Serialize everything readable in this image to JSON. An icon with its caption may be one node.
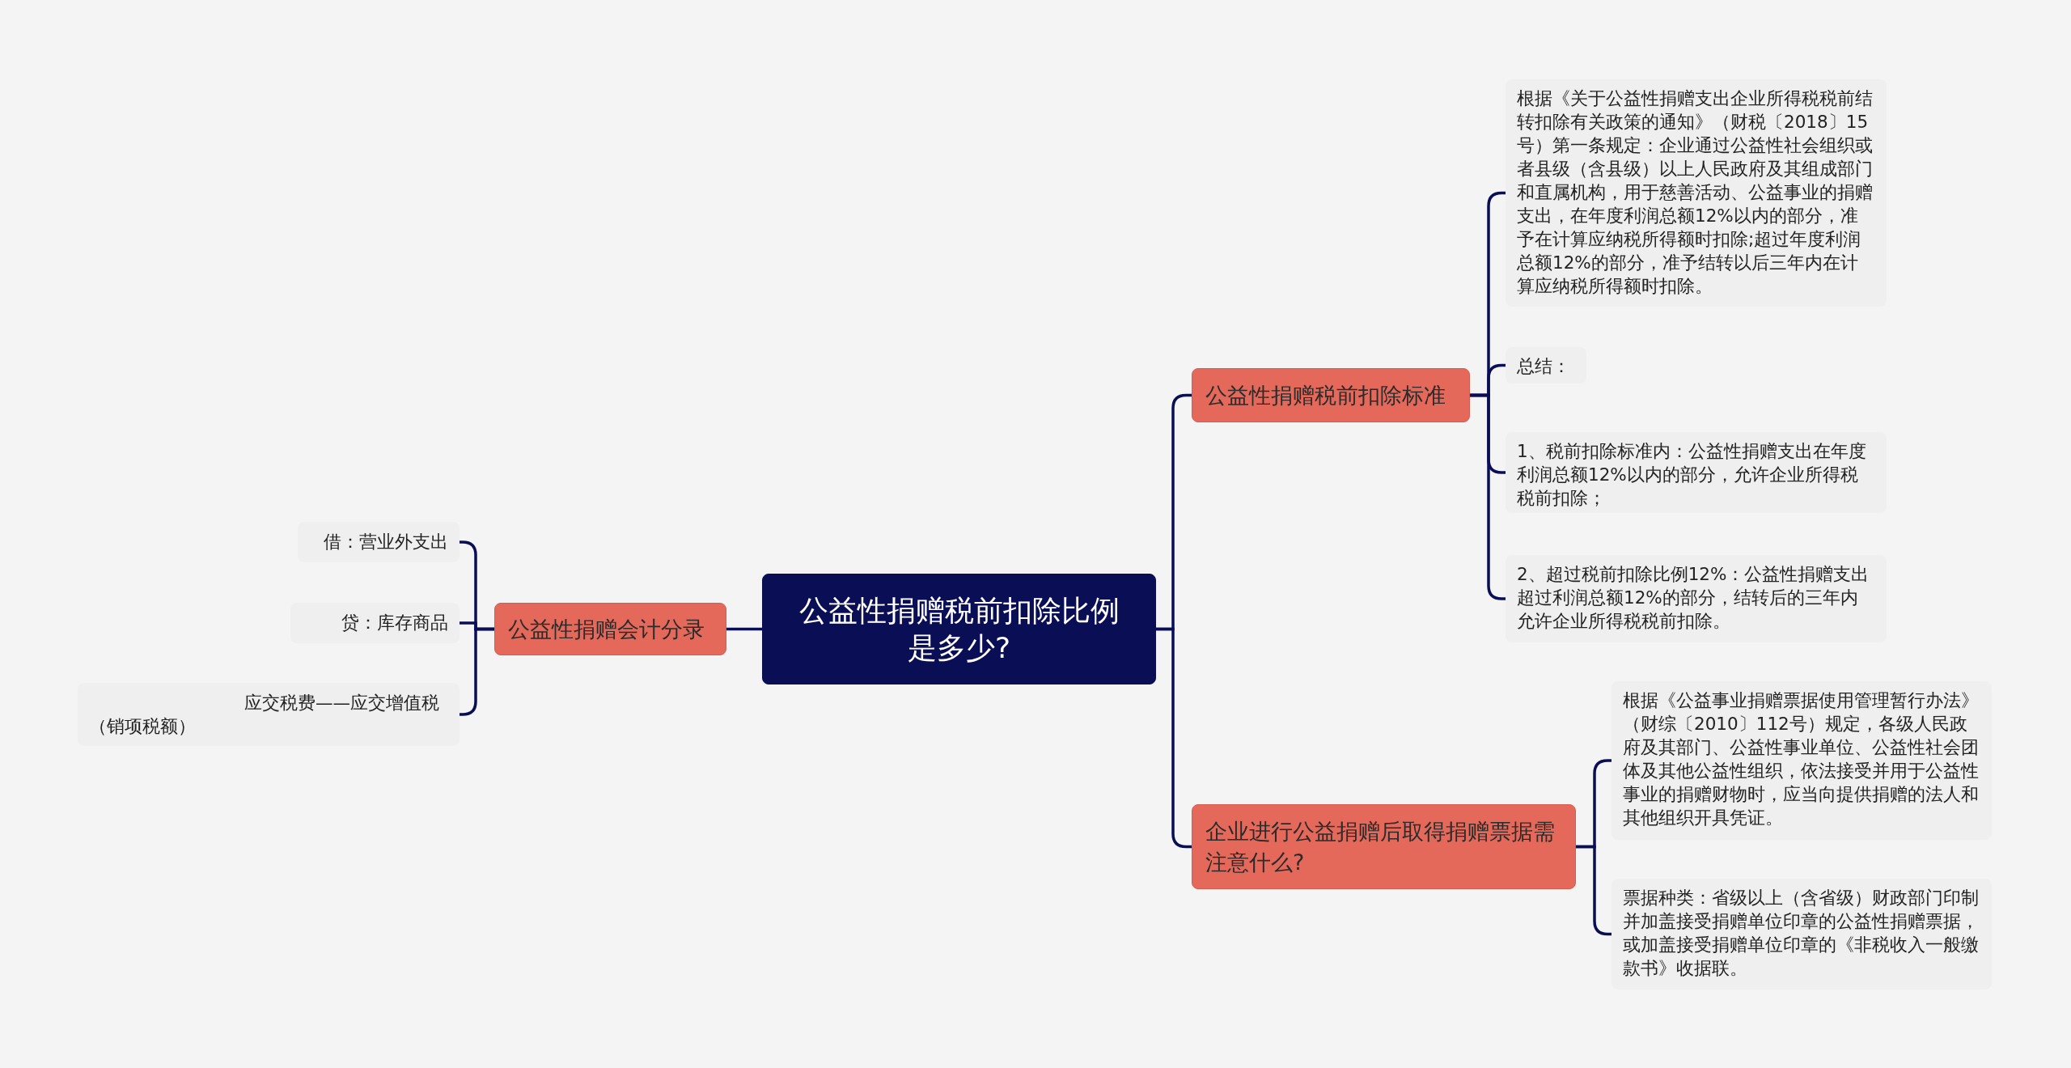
{
  "diagram": {
    "nodes": [
      {
        "text": [
          "公益性捐赠税前扣除比例是多少?"
        ]
      },
      {
        "text": [
          "公益性捐赠税前扣除标准"
        ]
      },
      {
        "text": [
          "根据《关于公益性捐赠支出企业所得税税前结转扣除有关政策的通知》（财税〔2018〕15号）第一条规定：企业通过公益性社会组织或者县级（含县级）以上人民政府及其组成部门和直属机构，用于慈善活动、公益事业的捐赠支出，在年度利润总额12%以内的部分，准予在计算应纳税所得额时扣除;超过年度利润总额12%的部分，准予结转以后三年内在计算应纳税所得额时扣除。"
        ]
      },
      {
        "text": [
          "总结："
        ]
      },
      {
        "text": [
          "1、税前扣除标准内：公益性捐赠支出在年度利润总额12%以内的部分，允许企业所得税税前扣除；"
        ]
      },
      {
        "text": [
          "2、超过税前扣除比例12%：公益性捐赠支出超过利润总额12%的部分，结转后的三年内允许企业所得税税前扣除。"
        ]
      },
      {
        "text": [
          "企业进行公益捐赠后取得捐赠票据需注意什么?"
        ]
      },
      {
        "text": [
          "根据《公益事业捐赠票据使用管理暂行办法》（财综〔2010〕112号）规定，各级人民政府及其部门、公益性事业单位、公益性社会团体及其他公益性组织，依法接受并用于公益性事业的捐赠财物时，应当向提供捐赠的法人和其他组织开具凭证。"
        ]
      },
      {
        "text": [
          "票据种类：省级以上（含省级）财政部门印制并加盖接受捐赠单位印章的公益性捐赠票据，或加盖接受捐赠单位印章的《非税收入一般缴款书》收据联。"
        ]
      },
      {
        "text": [
          "公益性捐赠会计分录"
        ]
      },
      {
        "text": [
          "借：营业外支出"
        ]
      },
      {
        "text": [
          "贷：库存商品"
        ]
      },
      {
        "text": [
          "应交税费——应交增值税（销项税额）"
        ]
      }
    ],
    "edges": [
      {
        "from": 0,
        "to": 1,
        "arrow": "none"
      },
      {
        "from": 0,
        "to": 6,
        "arrow": "none"
      },
      {
        "from": 0,
        "to": 9,
        "arrow": "none"
      },
      {
        "from": 1,
        "to": 2,
        "arrow": "none"
      },
      {
        "from": 1,
        "to": 3,
        "arrow": "none"
      },
      {
        "from": 1,
        "to": 4,
        "arrow": "none"
      },
      {
        "from": 1,
        "to": 5,
        "arrow": "none"
      },
      {
        "from": 6,
        "to": 7,
        "arrow": "none"
      },
      {
        "from": 6,
        "to": 8,
        "arrow": "none"
      },
      {
        "from": 9,
        "to": 10,
        "arrow": "none"
      },
      {
        "from": 9,
        "to": 11,
        "arrow": "none"
      },
      {
        "from": 9,
        "to": 12,
        "arrow": "none"
      }
    ]
  }
}
